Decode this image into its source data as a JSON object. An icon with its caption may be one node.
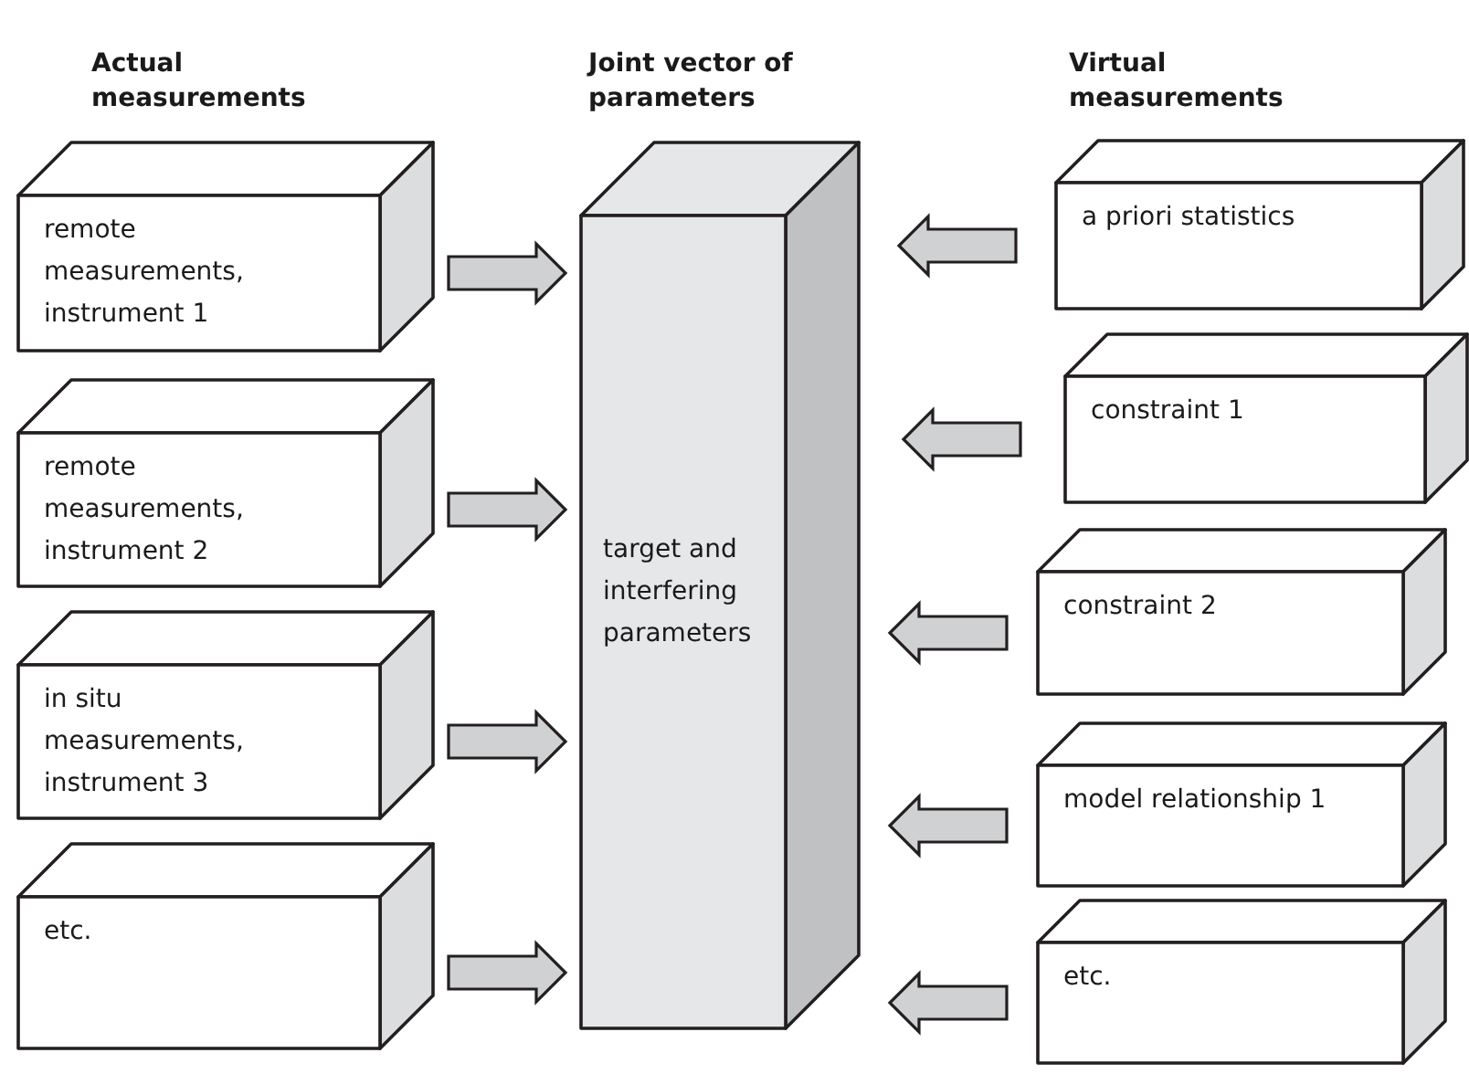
{
  "diagram": {
    "nodes": [
      {
        "text": [
          "remote measurements, instrument 1"
        ]
      },
      {
        "text": [
          "remote measurements, instrument 2"
        ]
      },
      {
        "text": [
          "in situ measurements, instrument 3"
        ]
      },
      {
        "text": [
          "etc."
        ]
      },
      {
        "text": [
          "target and interfering parameters"
        ]
      },
      {
        "text": [
          "a priori statistics"
        ]
      },
      {
        "text": [
          "constraint 1"
        ]
      },
      {
        "text": [
          "constraint 2"
        ]
      },
      {
        "text": [
          "model relationship 1"
        ]
      },
      {
        "text": [
          "etc."
        ]
      }
    ],
    "edges": [
      {
        "from": 0,
        "to": 4,
        "arrow": "to"
      },
      {
        "from": 1,
        "to": 4,
        "arrow": "to"
      },
      {
        "from": 2,
        "to": 4,
        "arrow": "to"
      },
      {
        "from": 3,
        "to": 4,
        "arrow": "to"
      },
      {
        "from": 5,
        "to": 4,
        "arrow": "to"
      },
      {
        "from": 6,
        "to": 4,
        "arrow": "to"
      },
      {
        "from": 7,
        "to": 4,
        "arrow": "to"
      },
      {
        "from": 8,
        "to": 4,
        "arrow": "to"
      },
      {
        "from": 9,
        "to": 4,
        "arrow": "to"
      }
    ],
    "labels": [
      "Actual measurements",
      "Joint vector of parameters",
      "Virtual measurements"
    ]
  }
}
